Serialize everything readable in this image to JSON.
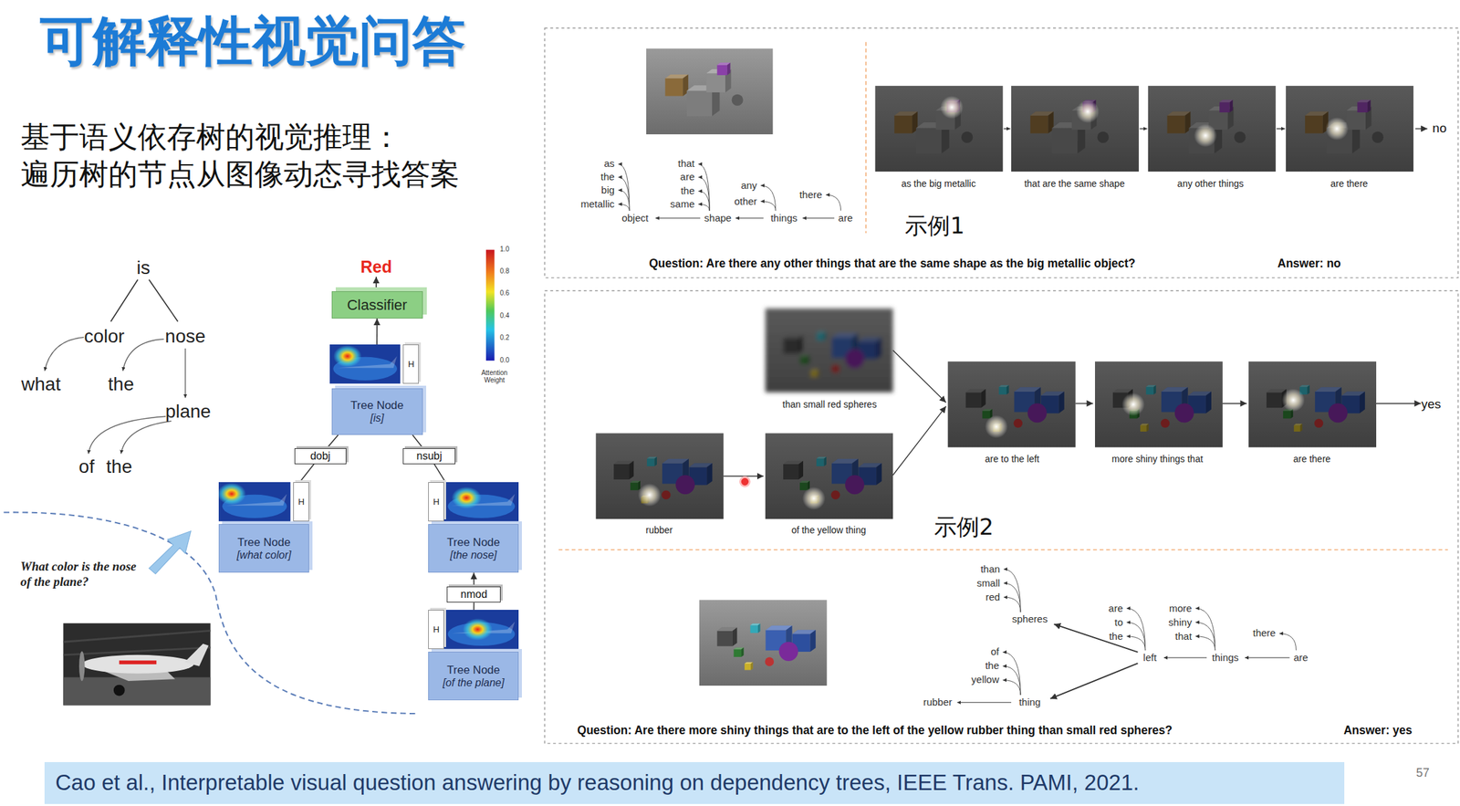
{
  "diagram": {
    "title": "可解释性视觉问答",
    "nodes": [
      {
        "text": [
          "Classifier"
        ]
      },
      {
        "text": [
          "Tree Node",
          "[is]"
        ]
      },
      {
        "text": [
          "H"
        ],
        "in": 1
      },
      {
        "text": [
          "dobj"
        ]
      },
      {
        "text": [
          "nsubj"
        ]
      },
      {
        "text": [
          "Tree Node",
          "[what color]"
        ]
      },
      {
        "text": [
          "H"
        ],
        "in": 5
      },
      {
        "text": [
          "Tree Node",
          "[the nose]"
        ]
      },
      {
        "text": [
          "H"
        ],
        "in": 7
      },
      {
        "text": [
          "nmod"
        ]
      },
      {
        "text": [
          "Tree Node",
          "[of the plane]"
        ]
      },
      {
        "text": [
          "H"
        ],
        "in": 10
      },
      {
        "text": [
          "Cao et al., Interpretable visual question answering by reasoning on dependency trees, IEEE Trans. PAMI, 2021."
        ]
      }
    ],
    "edges": [
      {
        "from": 1,
        "to": 0,
        "arrow": "to"
      },
      {
        "from": 1,
        "to": 3,
        "arrow": "none"
      },
      {
        "from": 3,
        "to": 5,
        "arrow": "none"
      },
      {
        "from": 1,
        "to": 4,
        "arrow": "none"
      },
      {
        "from": 4,
        "to": 7,
        "arrow": "none"
      },
      {
        "from": 10,
        "to": 9,
        "arrow": "none"
      },
      {
        "from": 9,
        "to": 7,
        "arrow": "to"
      }
    ],
    "labels": [
      "基于语义依存树的视觉推理：",
      "遍历树的节点从图像动态寻找答案",
      "is",
      "color",
      "nose",
      "what",
      "the",
      "plane",
      "of",
      "the",
      "Red",
      "1.0",
      "0.8",
      "0.6",
      "0.4",
      "0.2",
      "0.0",
      "Attention Weight",
      "What color is the nose of the plane?",
      "as",
      "the",
      "big",
      "metallic",
      "object",
      "that",
      "are",
      "the",
      "same",
      "shape",
      "any",
      "other",
      "things",
      "there",
      "are",
      "as the big metallic",
      "that are the same shape",
      "any other things",
      "are there",
      "no",
      "示例1",
      "Question: Are there any other things that are the same shape as the big metallic object?",
      "Answer: no",
      "than small red spheres",
      "rubber",
      "of the yellow thing",
      "are to the left",
      "more shiny things that",
      "are there",
      "yes",
      "示例2",
      "than",
      "small",
      "red",
      "spheres",
      "are",
      "to",
      "the",
      "more",
      "shiny",
      "that",
      "there",
      "left",
      "things",
      "are",
      "of",
      "the",
      "yellow",
      "rubber",
      "thing",
      "Question: Are there more shiny things that are to the left of the yellow rubber thing than small red spheres?",
      "Answer: yes",
      "57"
    ]
  }
}
